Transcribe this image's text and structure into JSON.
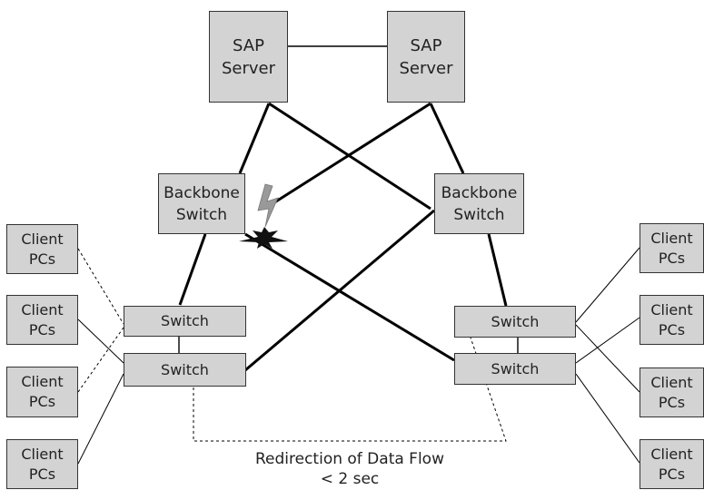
{
  "servers": [
    {
      "label": "SAP\nServer"
    },
    {
      "label": "SAP\nServer"
    }
  ],
  "backbone_switches": [
    {
      "label": "Backbone\nSwitch"
    },
    {
      "label": "Backbone\nSwitch"
    }
  ],
  "access_switches": {
    "left_top": "Switch",
    "left_bottom": "Switch",
    "right_top": "Switch",
    "right_bottom": "Switch"
  },
  "clients": {
    "left": [
      "Client\nPCs",
      "Client\nPCs",
      "Client\nPCs",
      "Client\nPCs"
    ],
    "right": [
      "Client\nPCs",
      "Client\nPCs",
      "Client\nPCs",
      "Client\nPCs"
    ]
  },
  "caption": {
    "line1": "Redirection of Data Flow",
    "line2": "< 2 sec"
  }
}
